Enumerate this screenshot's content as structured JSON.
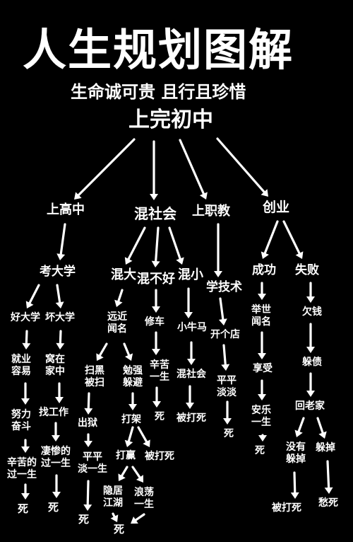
{
  "title": "人生规划图解",
  "subtitle": "生命诚可贵 且行且珍惜",
  "nodes": {
    "root": "上完初中",
    "gaozhong": "上高中",
    "hunshehui": "混社会",
    "zhijiao": "上职教",
    "chuangye": "创业",
    "kaodaxue": "考大学",
    "hunda": "混大",
    "hunbuhao": "混不好",
    "hunxiao": "混小",
    "xuejishu": "学技术",
    "chenggong": "成功",
    "shibai": "失败",
    "haodaxue": "好大学",
    "huaidaxue": "坏大学",
    "yuanjin": "远近\n闻名",
    "xiuche": "修车",
    "xiaoniuma": "小牛马",
    "kaigedian": "开个店",
    "jushi": "举世\n闻名",
    "qianqian": "欠钱",
    "jiuye": "就业\n容易",
    "wozai": "窝在\n家中",
    "saohei": "扫黑\n被扫",
    "mianqiang": "勉强\n躲避",
    "xinku1": "辛苦\n一生",
    "hunshehui2": "混社会",
    "pingping1": "平平\n淡淡",
    "xiangshou": "享受",
    "duozhai": "躲债",
    "nuli": "努力\n奋斗",
    "zhaogongzuo": "找工作",
    "chuyu": "出狱",
    "dajia": "打架",
    "si_xiu": "死",
    "beidasi_niu": "被打死",
    "anle": "安乐\n一生",
    "huilaojia": "回老家",
    "xinku2": "辛苦的\n过一生",
    "cancan": "凄惨的\n过一生",
    "dayingf": "打赢",
    "beidasi_dj": "被打死",
    "pingping2": "平平\n淡一生",
    "si_dian": "死",
    "si_cg": "死",
    "meiyou": "没有\n躲掉",
    "duodiao": "躲掉",
    "yinju": "隐居\n江湖",
    "langdang": "浪荡\n一生",
    "si_a": "死",
    "si_b": "死",
    "si_c": "死",
    "si_d": "死",
    "beidasi_sb": "被打死",
    "chousi": "愁死"
  }
}
